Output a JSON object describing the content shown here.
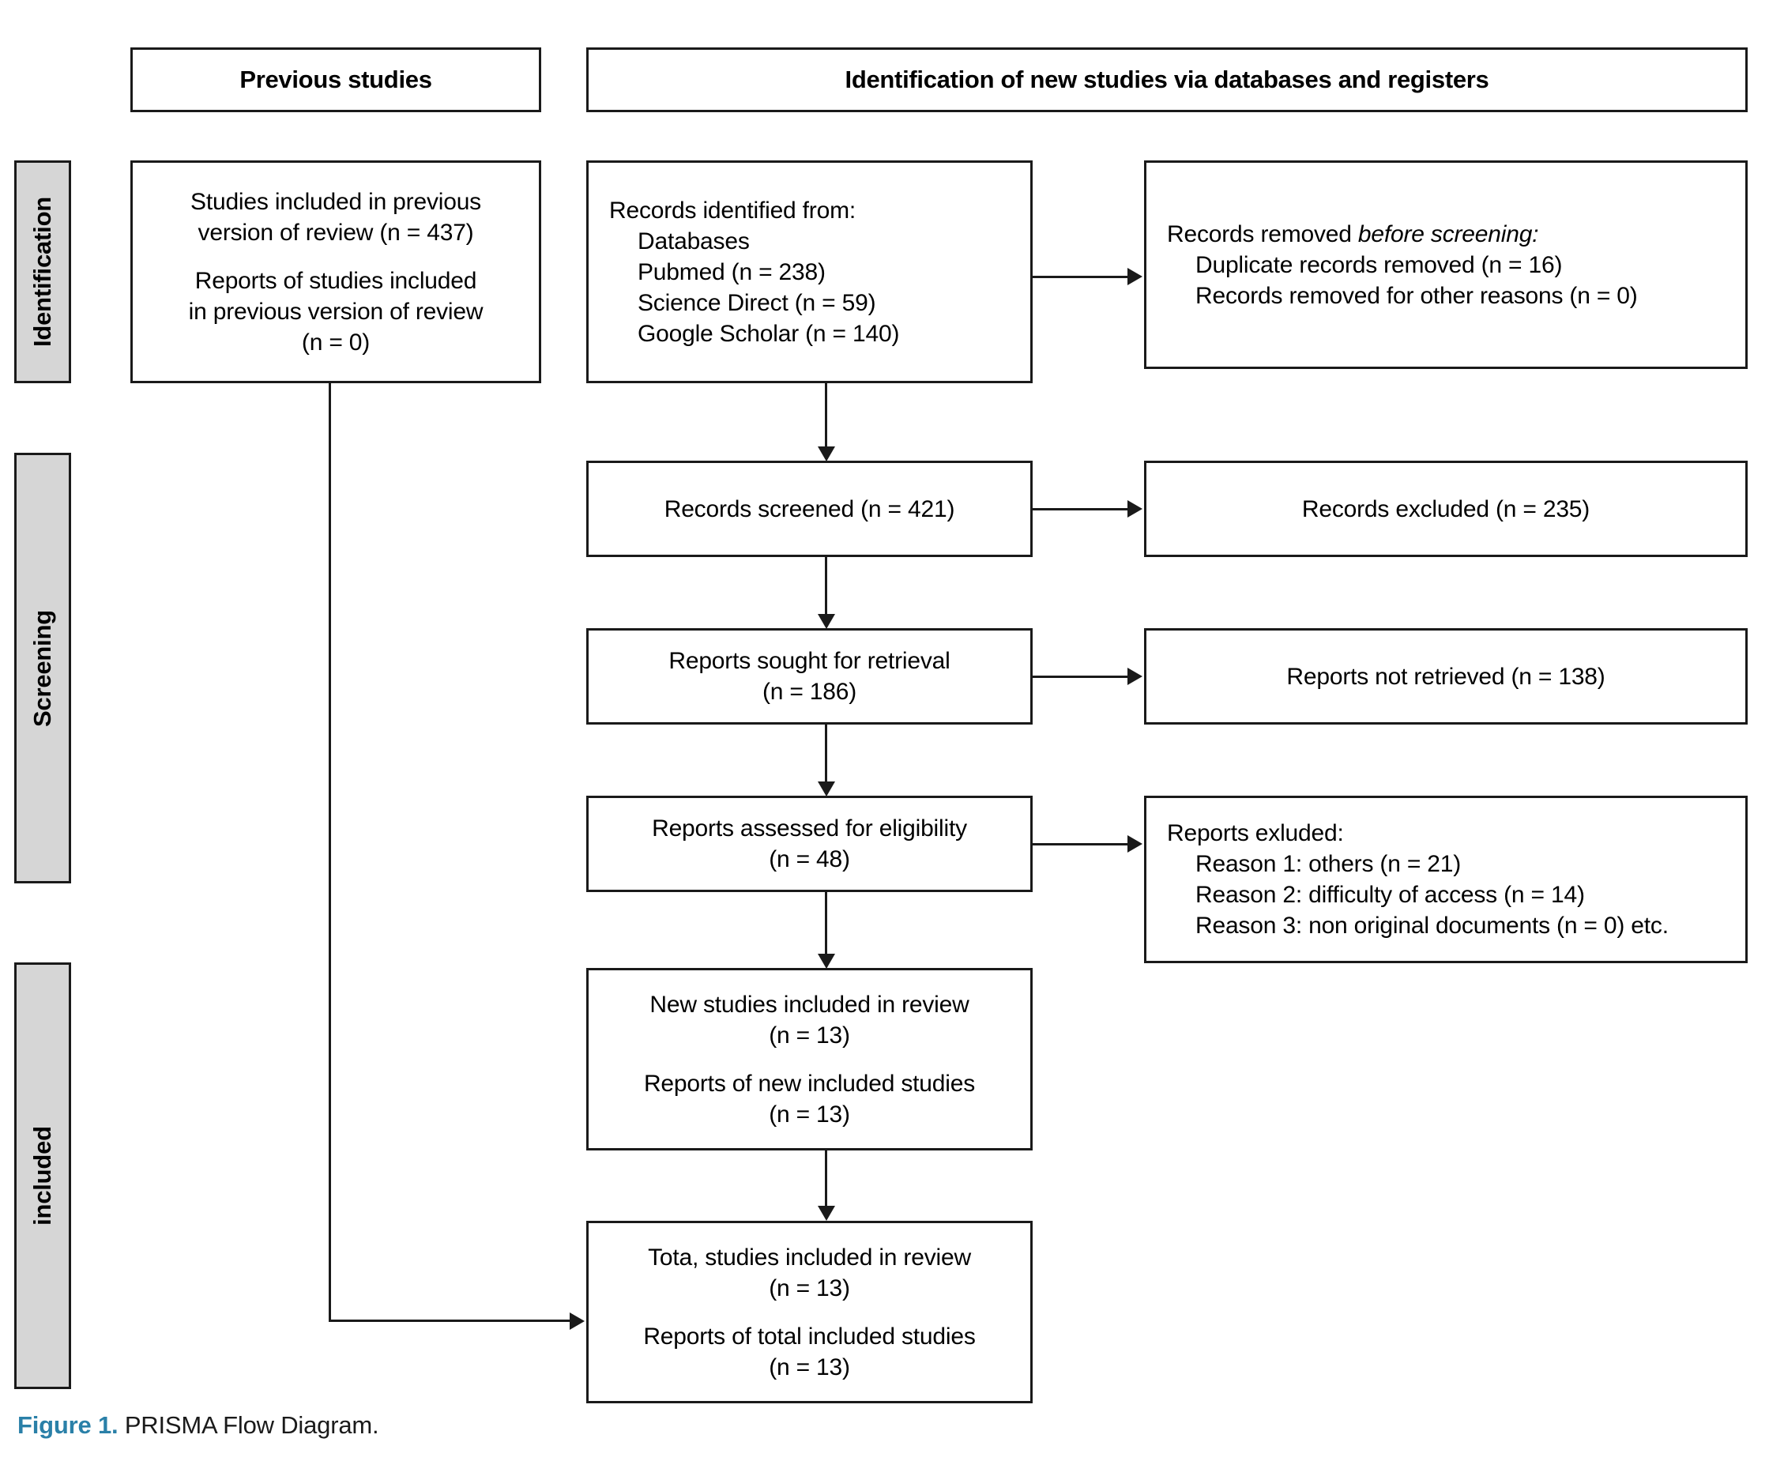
{
  "figure": {
    "number_label": "Figure 1.",
    "caption_text": "PRISMA Flow Diagram.",
    "accent_color": "#2a80a8"
  },
  "banners": {
    "previous": "Previous studies",
    "new": "Identification of new studies via databases and registers"
  },
  "stages": [
    {
      "label": "Identification"
    },
    {
      "label": "Screening"
    },
    {
      "label": "included"
    }
  ],
  "boxes": {
    "previous_included": {
      "line1": "Studies included in previous",
      "line2": "version of review (n = 437)",
      "line3": "Reports of studies included",
      "line4": "in previous version of review",
      "line5": "(n = 0)"
    },
    "records_identified": {
      "line1": "Records identified from:",
      "line2": "Databases",
      "line3": "Pubmed (n = 238)",
      "line4": "Science Direct (n = 59)",
      "line5": "Google Scholar (n = 140)"
    },
    "records_removed": {
      "line1_a": "Records removed ",
      "line1_b": "before screening:",
      "line2": "Duplicate records removed (n = 16)",
      "line3": "Records removed for other reasons (n = 0)"
    },
    "records_screened": {
      "line1": "Records screened (n = 421)"
    },
    "records_excluded": {
      "line1": "Records excluded (n = 235)"
    },
    "reports_sought": {
      "line1": "Reports sought for retrieval",
      "line2": "(n = 186)"
    },
    "reports_not_retrieved": {
      "line1": "Reports not retrieved (n = 138)"
    },
    "reports_assessed": {
      "line1": "Reports assessed for eligibility",
      "line2": "(n = 48)"
    },
    "reports_excluded": {
      "line1": "Reports exluded:",
      "line2": "Reason 1: others (n = 21)",
      "line3": "Reason 2: difficulty of access (n = 14)",
      "line4": "Reason 3: non original documents (n = 0) etc."
    },
    "new_included": {
      "line1": "New studies included in review",
      "line2": "(n = 13)",
      "line3": "Reports of new included studies",
      "line4": "(n = 13)"
    },
    "total_included": {
      "line1": "Tota, studies included in review",
      "line2": "(n = 13)",
      "line3": "Reports of total included studies",
      "line4": "(n = 13)"
    }
  },
  "chart_data": {
    "type": "diagram",
    "title": "PRISMA Flow Diagram",
    "nodes": [
      {
        "id": "previous_included",
        "stage": "Identification",
        "column": "previous",
        "n_studies": 437,
        "n_reports": 0
      },
      {
        "id": "records_identified",
        "stage": "Identification",
        "column": "new",
        "databases": [
          {
            "name": "Pubmed",
            "n": 238
          },
          {
            "name": "Science Direct",
            "n": 59
          },
          {
            "name": "Google Scholar",
            "n": 140
          }
        ]
      },
      {
        "id": "records_removed",
        "stage": "Identification",
        "column": "excluded",
        "duplicates_removed": 16,
        "other_reasons": 0
      },
      {
        "id": "records_screened",
        "stage": "Screening",
        "column": "new",
        "n": 421
      },
      {
        "id": "records_excluded",
        "stage": "Screening",
        "column": "excluded",
        "n": 235
      },
      {
        "id": "reports_sought",
        "stage": "Screening",
        "column": "new",
        "n": 186
      },
      {
        "id": "reports_not_retrieved",
        "stage": "Screening",
        "column": "excluded",
        "n": 138
      },
      {
        "id": "reports_assessed",
        "stage": "Screening",
        "column": "new",
        "n": 48
      },
      {
        "id": "reports_excluded",
        "stage": "Screening",
        "column": "excluded",
        "reasons": [
          {
            "label": "Reason 1: others",
            "n": 21
          },
          {
            "label": "Reason 2: difficulty of access",
            "n": 14
          },
          {
            "label": "Reason 3: non original documents",
            "n": 0
          }
        ]
      },
      {
        "id": "new_included",
        "stage": "included",
        "column": "new",
        "n_studies": 13,
        "n_reports": 13
      },
      {
        "id": "total_included",
        "stage": "included",
        "column": "new",
        "n_studies": 13,
        "n_reports": 13
      }
    ],
    "edges": [
      {
        "from": "records_identified",
        "to": "records_removed",
        "direction": "right"
      },
      {
        "from": "records_identified",
        "to": "records_screened",
        "direction": "down"
      },
      {
        "from": "records_screened",
        "to": "records_excluded",
        "direction": "right"
      },
      {
        "from": "records_screened",
        "to": "reports_sought",
        "direction": "down"
      },
      {
        "from": "reports_sought",
        "to": "reports_not_retrieved",
        "direction": "right"
      },
      {
        "from": "reports_sought",
        "to": "reports_assessed",
        "direction": "down"
      },
      {
        "from": "reports_assessed",
        "to": "reports_excluded",
        "direction": "right"
      },
      {
        "from": "reports_assessed",
        "to": "new_included",
        "direction": "down"
      },
      {
        "from": "new_included",
        "to": "total_included",
        "direction": "down"
      },
      {
        "from": "previous_included",
        "to": "total_included",
        "direction": "elbow"
      }
    ]
  }
}
